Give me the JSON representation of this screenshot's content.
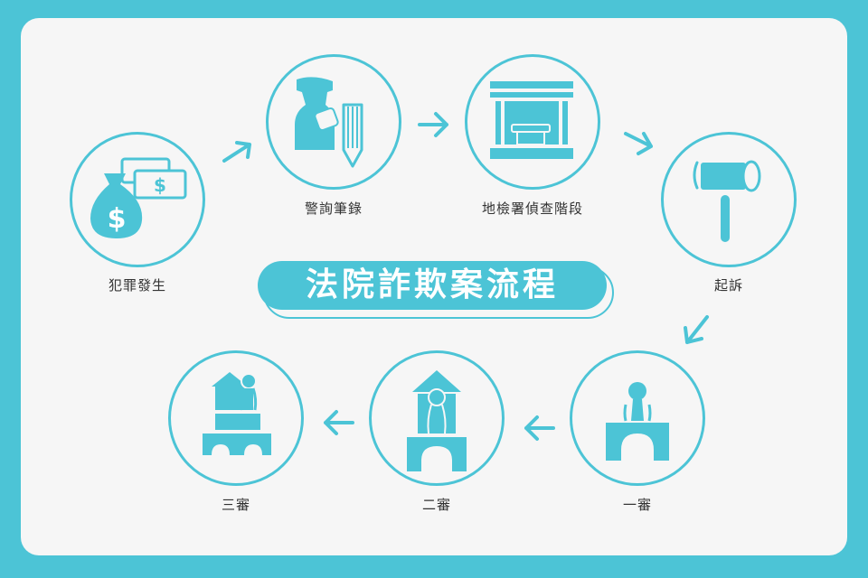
{
  "title": "法院詐欺案流程",
  "colors": {
    "accent": "#4cc4d6",
    "card": "#f6f6f6",
    "text": "#333333"
  },
  "steps": [
    {
      "label": "犯罪發生",
      "icon": "money-bag-icon"
    },
    {
      "label": "警詢筆錄",
      "icon": "police-officer-pencil-icon"
    },
    {
      "label": "地檢署偵查階段",
      "icon": "prosecutor-office-building-icon"
    },
    {
      "label": "起訴",
      "icon": "gavel-icon"
    },
    {
      "label": "一審",
      "icon": "first-instance-court-icon"
    },
    {
      "label": "二審",
      "icon": "second-instance-court-icon"
    },
    {
      "label": "三審",
      "icon": "third-instance-court-icon"
    }
  ],
  "arrows": [
    "arrow-up-right",
    "arrow-right",
    "arrow-down-right",
    "arrow-down-left",
    "arrow-left",
    "arrow-left"
  ]
}
